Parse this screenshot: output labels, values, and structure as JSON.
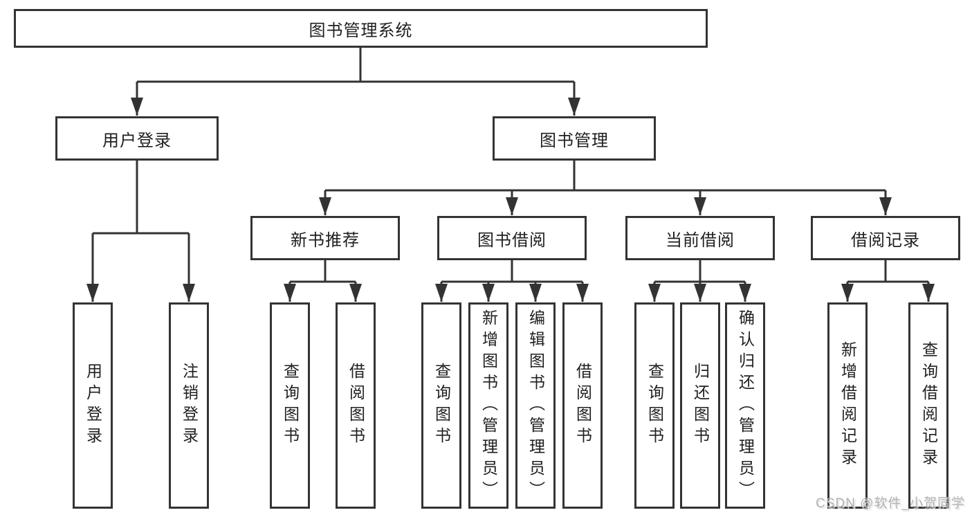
{
  "page": {
    "watermark": "CSDN @软件_小贺同学",
    "colors": {
      "line": "#333333",
      "box_border": "#333333",
      "box_fill": "#ffffff",
      "text": "#1f1f1f",
      "watermark": "#b3b3b3"
    }
  },
  "diagram": {
    "type": "tree",
    "root": "图书管理系统",
    "branches": [
      {
        "label": "用户登录",
        "leaves": [
          "用户登录",
          "注销登录"
        ]
      },
      {
        "label": "图书管理",
        "groups": [
          {
            "label": "新书推荐",
            "leaves": [
              "查询图书",
              "借阅图书"
            ]
          },
          {
            "label": "图书借阅",
            "leaves": [
              "查询图书",
              "新增图书（管理员）",
              "编辑图书（管理员）",
              "借阅图书"
            ]
          },
          {
            "label": "当前借阅",
            "leaves": [
              "查询图书",
              "归还图书",
              "确认归还（管理员）"
            ]
          },
          {
            "label": "借阅记录",
            "leaves": [
              "新增借阅记录",
              "查询借阅记录"
            ]
          }
        ]
      }
    ]
  }
}
